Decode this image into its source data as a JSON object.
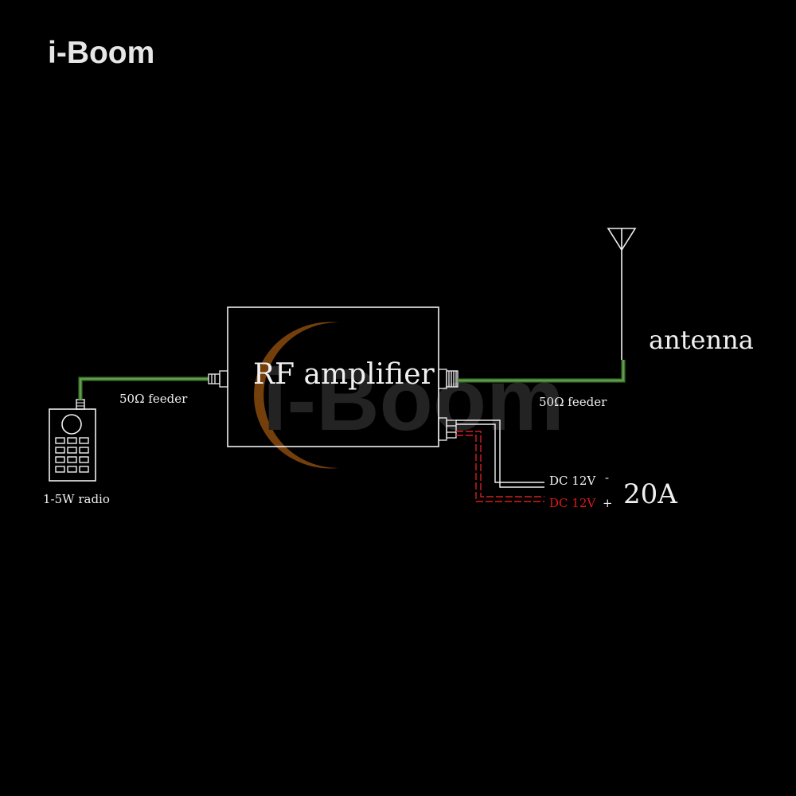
{
  "logo": {
    "text": "i-Boom",
    "mark_color": "#f07a10",
    "text_color": "#e6e6e6"
  },
  "watermark": {
    "text": "i-Boom"
  },
  "diagram": {
    "amplifier_label": "RF amplifier",
    "antenna_label": "antenna",
    "feeder_in_label": "50Ω feeder",
    "feeder_out_label": "50Ω feeder",
    "radio_label": "1-5W radio",
    "dc_negative": {
      "text": "DC 12V",
      "sign": "-"
    },
    "dc_positive": {
      "text": "DC 12V",
      "sign": "+"
    },
    "current_label": "20A"
  },
  "colors": {
    "background": "#000000",
    "line": "#f0f0f0",
    "feeder_cable": "#3f7a2c",
    "positive_wire": "#d42020",
    "negative_text": "#f0f0f0",
    "positive_text": "#e01818",
    "watermark_orange": "#8a4a0e",
    "watermark_grey": "#2a2a2a"
  }
}
